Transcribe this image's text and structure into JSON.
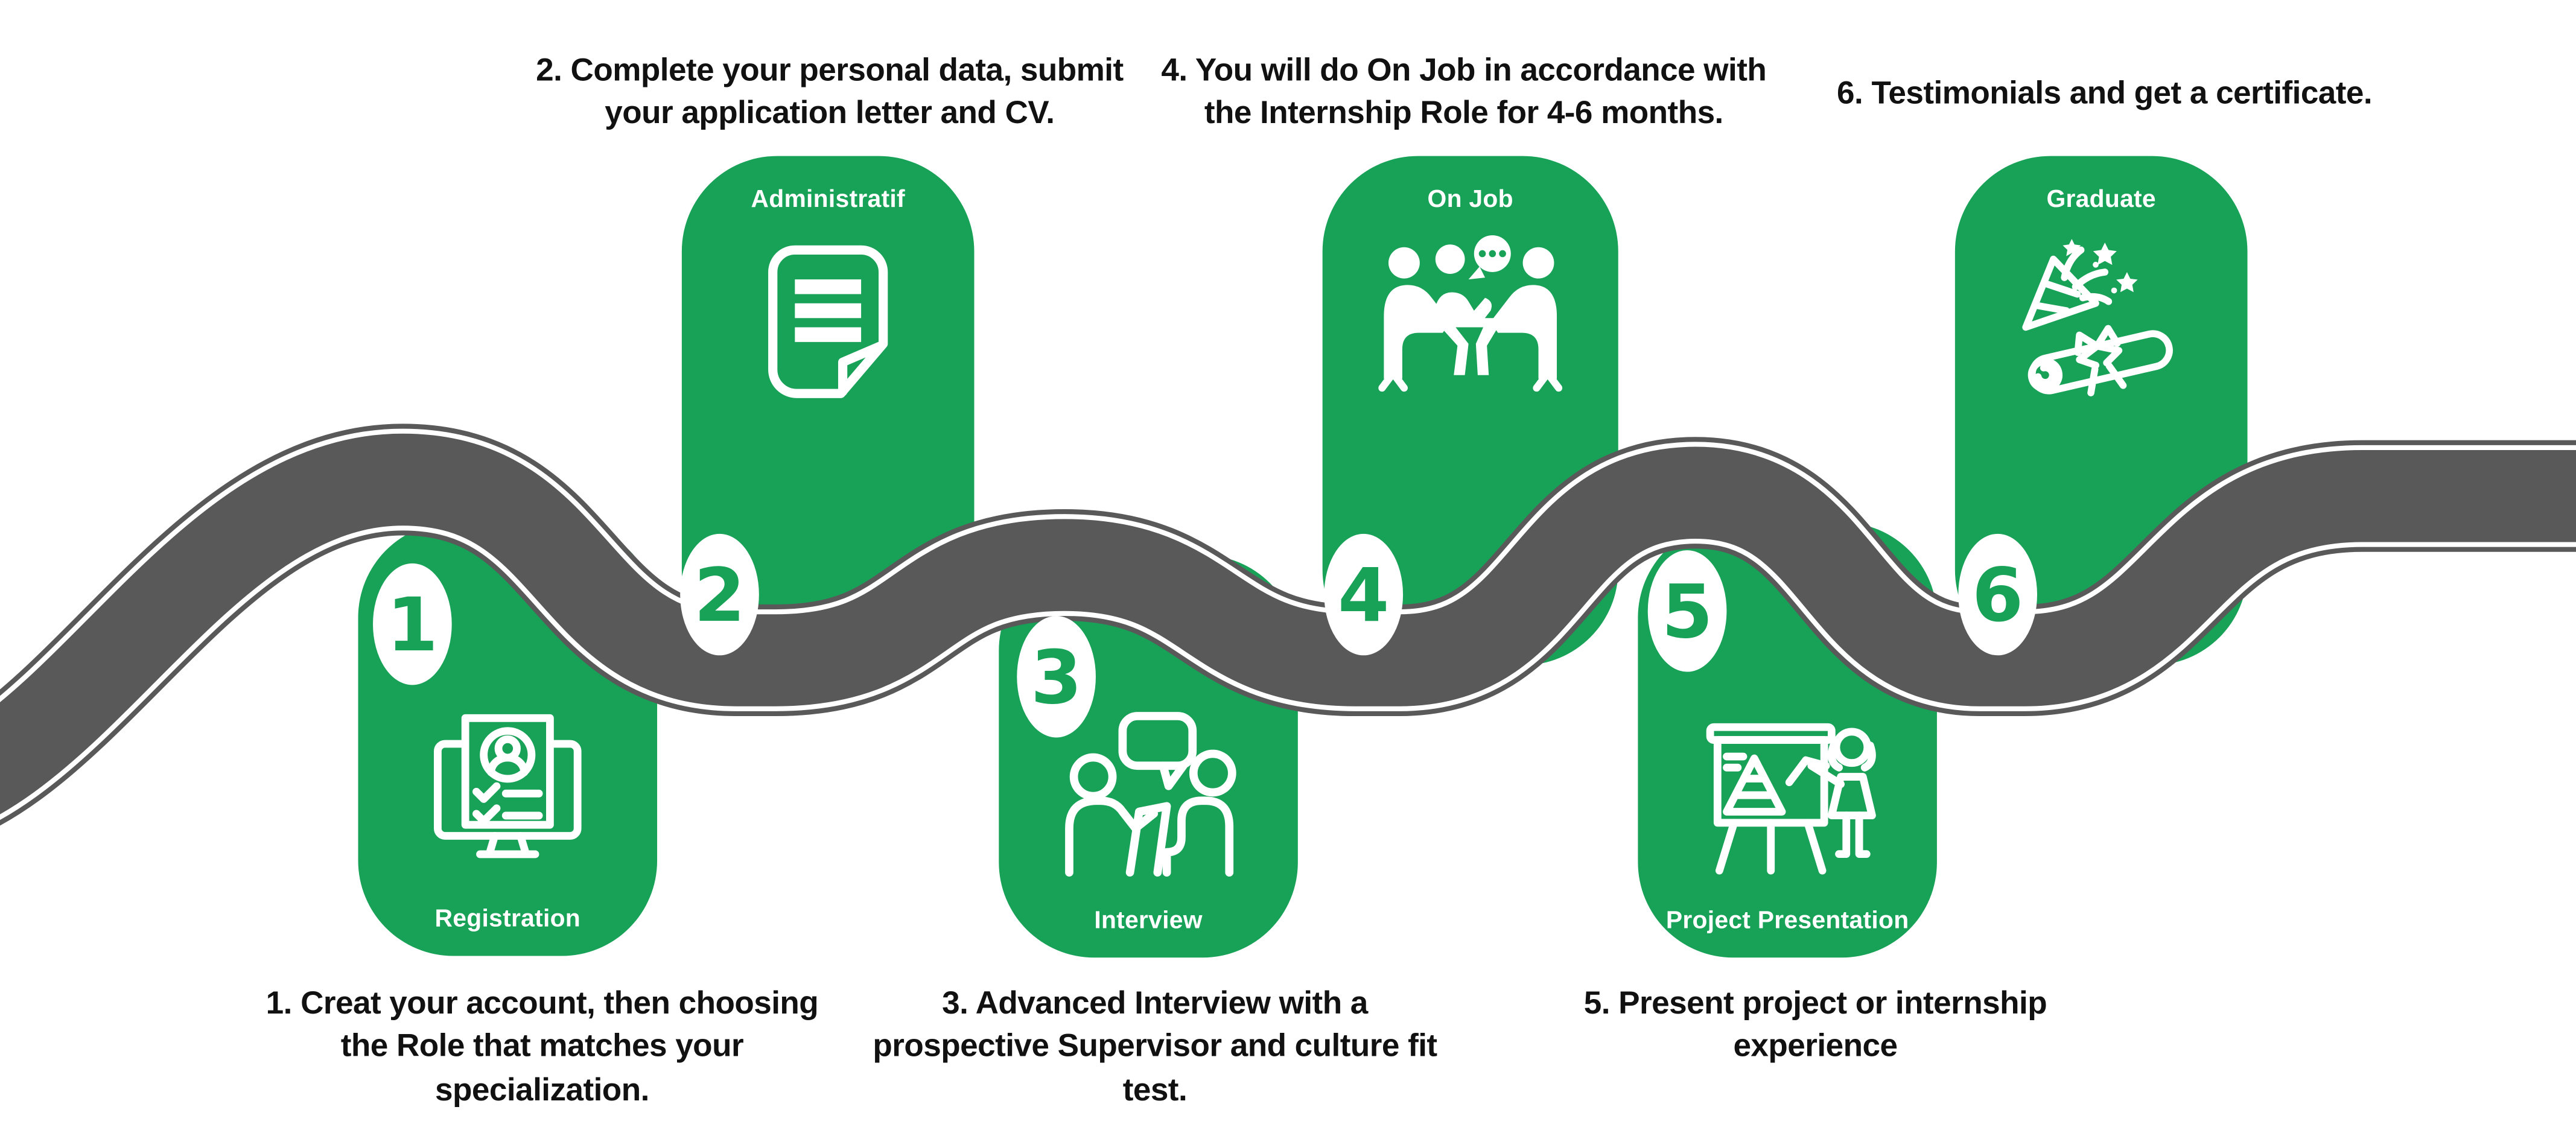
{
  "palette": {
    "card_green": "#17A257",
    "road_gray": "#595959",
    "road_stripe_white": "#FFFFFF",
    "background_white": "#FFFFFF",
    "note_text_black": "#111111",
    "badge_number_green": "#17A257"
  },
  "steps": [
    {
      "number": "1",
      "label": "Registration",
      "icon": "registration-form-monitor-icon",
      "card_position": "below-road",
      "note_lines": [
        "1.  Creat your account, then choosing",
        "the Role that matches your",
        "specialization."
      ]
    },
    {
      "number": "2",
      "label": "Administratif",
      "icon": "application-document-icon",
      "card_position": "above-road",
      "note_lines": [
        "2. Complete your personal data, submit",
        "your application letter and CV."
      ]
    },
    {
      "number": "3",
      "label": "Interview",
      "icon": "interview-conversation-icon",
      "card_position": "below-road",
      "note_lines": [
        "3. Advanced Interview with a",
        "prospective Supervisor and culture fit",
        "test."
      ]
    },
    {
      "number": "4",
      "label": "On Job",
      "icon": "team-meeting-icon",
      "card_position": "above-road",
      "note_lines": [
        "4. You will do On Job in accordance with",
        "the Internship Role for 4-6 months."
      ]
    },
    {
      "number": "5",
      "label": "Project Presentation",
      "icon": "project-presentation-icon",
      "card_position": "below-road",
      "note_lines": [
        "5. Present project or internship",
        "experience"
      ]
    },
    {
      "number": "6",
      "label": "Graduate",
      "icon": "celebration-certificate-icon",
      "card_position": "above-road",
      "note_lines": [
        "6. Testimonials and get a certificate."
      ]
    }
  ]
}
